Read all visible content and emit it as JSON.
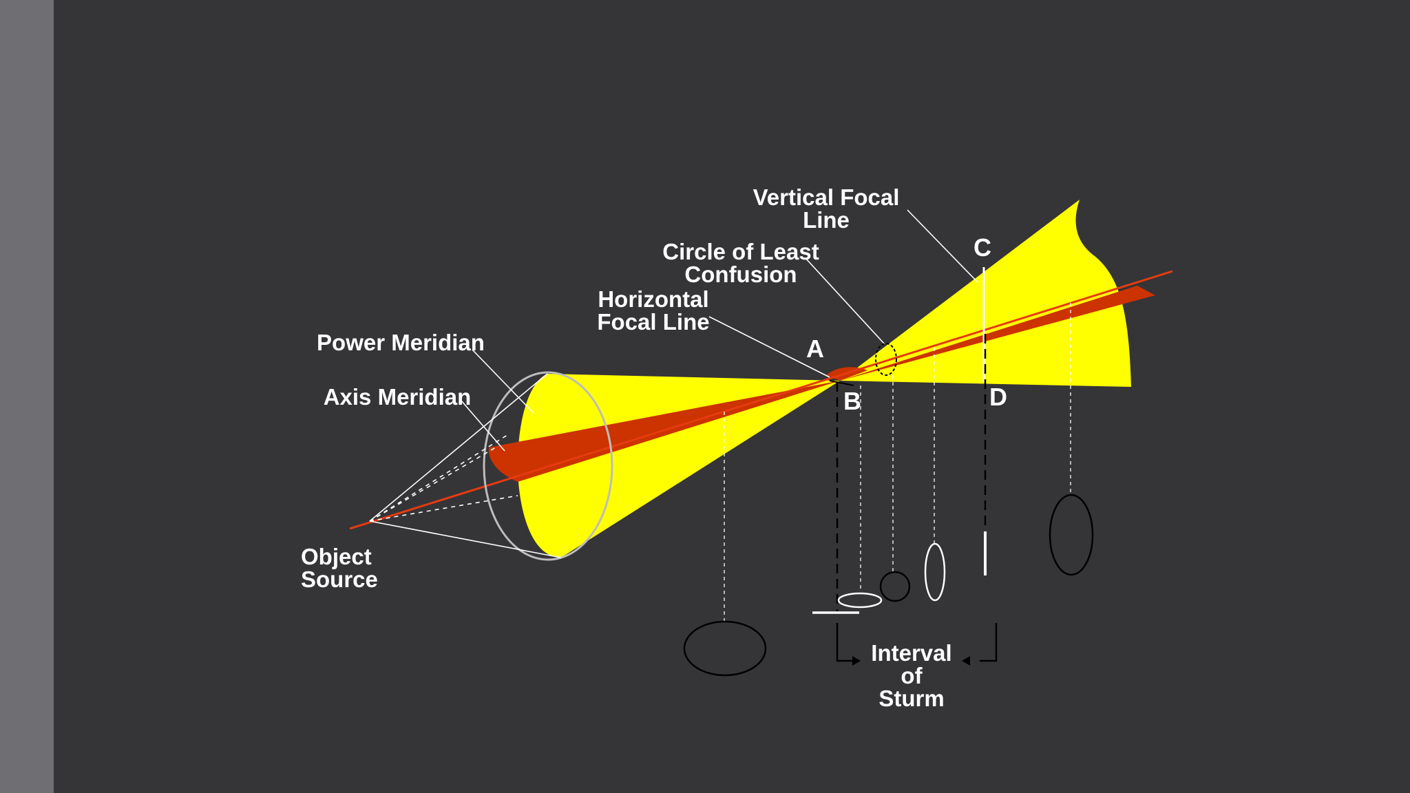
{
  "labels": {
    "vertical_focal_line": [
      "Vertical Focal",
      "Line"
    ],
    "circle_of_least_confusion": [
      "Circle of Least",
      "Confusion"
    ],
    "horizontal_focal_line": [
      "Horizontal",
      "Focal Line"
    ],
    "power_meridian": "Power Meridian",
    "axis_meridian": "Axis Meridian",
    "object_source": [
      "Object",
      "Source"
    ],
    "interval_of_sturm": [
      "Interval",
      "of",
      "Sturm"
    ],
    "point_a": "A",
    "point_b": "B",
    "point_c": "C",
    "point_d": "D"
  },
  "colors": {
    "background": "#353437",
    "left_bar": "#6f6e72",
    "light_cone": "#ffff00",
    "meridian_fan": "#cc3300",
    "ray": "#e63b10",
    "lines": "#ffffff",
    "image_outline": "#000000"
  }
}
